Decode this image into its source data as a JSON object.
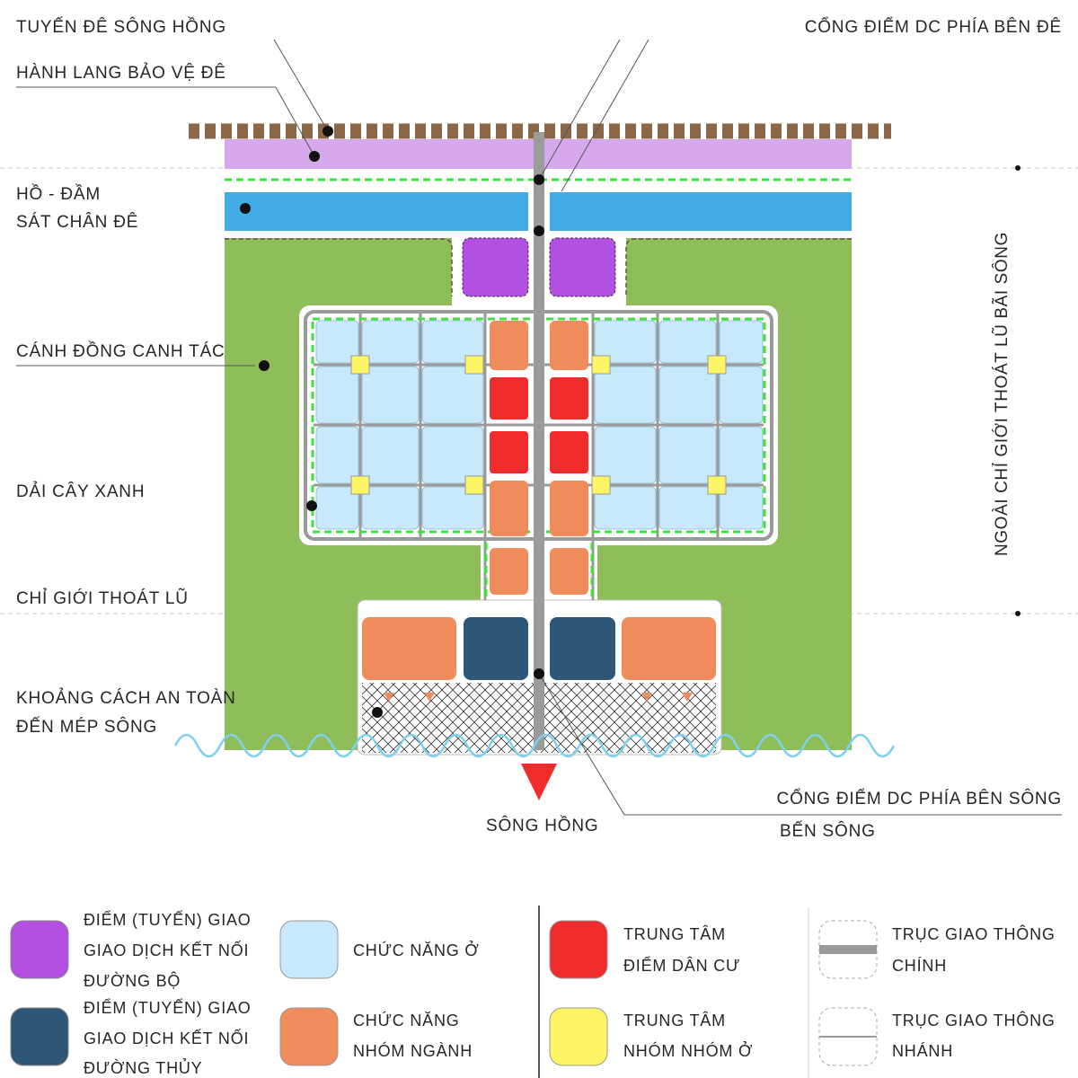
{
  "labels": {
    "dike_line": "TUYẾN ĐÊ SÔNG HỒNG",
    "dike_corridor": "HÀNH LANG BẢO VỆ ĐÊ",
    "lake": [
      "HỒ - ĐẦM",
      "SÁT CHÂN ĐÊ"
    ],
    "field": "CÁNH ĐỒNG CANH TÁC",
    "green_belt": "DẢI CÂY XANH",
    "flood_boundary": "CHỈ GIỚI THOÁT LŨ",
    "safety_distance": [
      "KHOẢNG CÁCH AN TOÀN",
      "ĐẾN MÉP SÔNG"
    ],
    "gate_dike_side": "CỔNG ĐIỂM DC PHÍA BÊN ĐÊ",
    "outside_flood_zone": "NGOÀI CHỈ GIỚI THOÁT LŨ BÃI SÔNG",
    "gate_river_side": [
      "CỔNG ĐIỂM DC PHÍA BÊN SÔNG",
      "BẾN SÔNG"
    ],
    "river": "SÔNG HỒNG"
  },
  "legend": [
    {
      "lines": [
        "ĐIỂM (TUYẾN) GIAO",
        "GIAO DỊCH KẾT NỐI",
        "ĐƯỜNG BỘ"
      ]
    },
    {
      "lines": [
        "ĐIỂM (TUYẾN) GIAO",
        "GIAO DỊCH KẾT NỐI",
        "ĐƯỜNG THỦY"
      ]
    },
    {
      "lines": [
        "CHỨC NĂNG Ở"
      ]
    },
    {
      "lines": [
        "CHỨC NĂNG",
        "NHÓM NGÀNH"
      ]
    },
    {
      "lines": [
        "TRUNG TÂM",
        "ĐIỂM DÂN CƯ"
      ]
    },
    {
      "lines": [
        "TRUNG TÂM",
        "NHÓM NHÓM Ở"
      ]
    },
    {
      "lines": [
        "TRỤC GIAO THÔNG",
        "CHÍNH"
      ]
    },
    {
      "lines": [
        "TRỤC GIAO THÔNG",
        "NHÁNH"
      ]
    }
  ],
  "colors": {
    "dike": "#8a6748",
    "dike_corridor": "#d7a9ec",
    "lake": "#43abe5",
    "field": "#8fbd5a",
    "road_node": "#b450e1",
    "water_node": "#2e5676",
    "residential": "#c8e9fb",
    "industry": "#f08b5b",
    "center": "#ef2b2b",
    "sub_center": "#fdf466",
    "main_road": "#9b9b9b",
    "greenway": "#3fe03f",
    "river": "#7fcfee"
  }
}
